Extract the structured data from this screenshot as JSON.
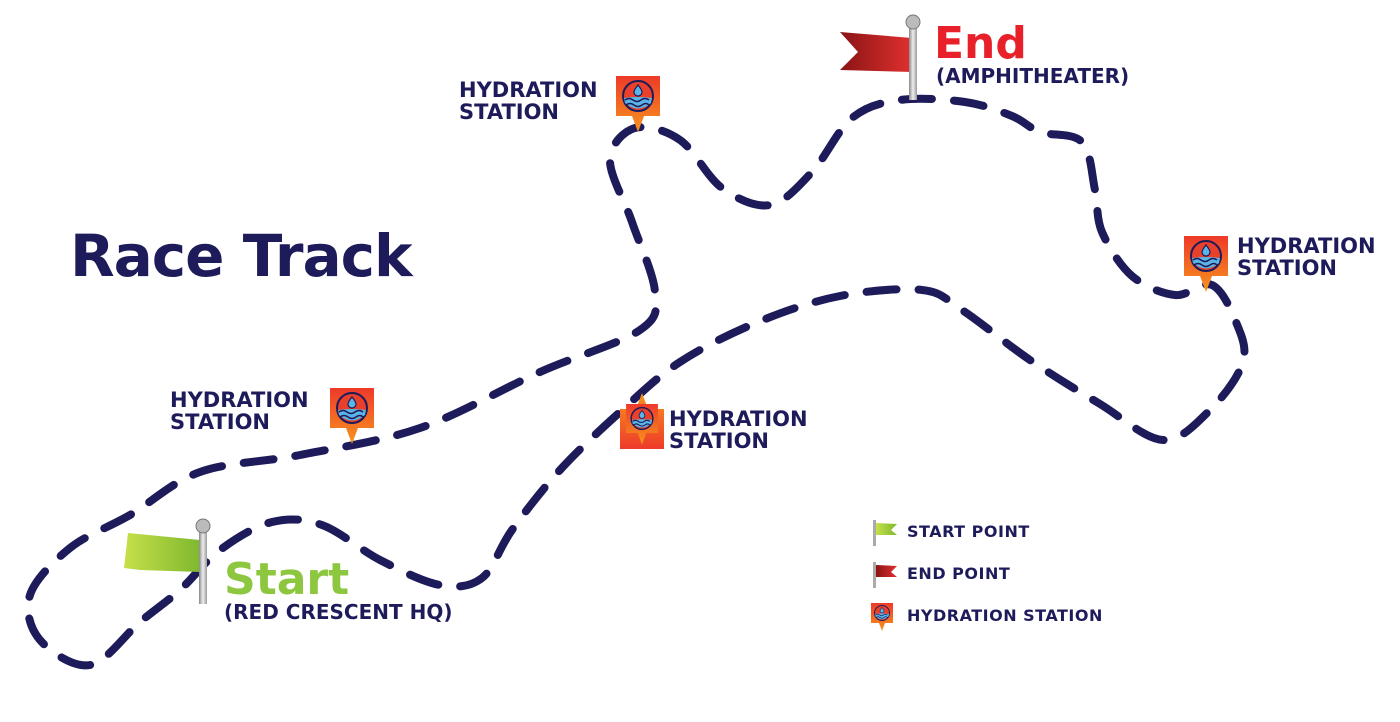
{
  "title": "Race Track",
  "start": {
    "label": "Start",
    "sub": "(RED CRESCENT HQ)"
  },
  "end": {
    "label": "End",
    "sub": "(AMPHITHEATER)"
  },
  "hydration_stations": [
    {
      "line1": "HYDRATION",
      "line2": "STATION"
    },
    {
      "line1": "HYDRATION",
      "line2": "STATION"
    },
    {
      "line1": "HYDRATION",
      "line2": "STATION"
    },
    {
      "line1": "HYDRATION",
      "line2": "STATION"
    }
  ],
  "legend": {
    "items": [
      {
        "label": "START POINT",
        "icon": "green-flag-icon"
      },
      {
        "label": "END POINT",
        "icon": "red-flag-icon"
      },
      {
        "label": "HYDRATION STATION",
        "icon": "water-drop-marker-icon"
      }
    ]
  },
  "colors": {
    "track": "#1e1b5a",
    "start": "#8dc63f",
    "end": "#e8202a",
    "marker": "#f15a24"
  }
}
